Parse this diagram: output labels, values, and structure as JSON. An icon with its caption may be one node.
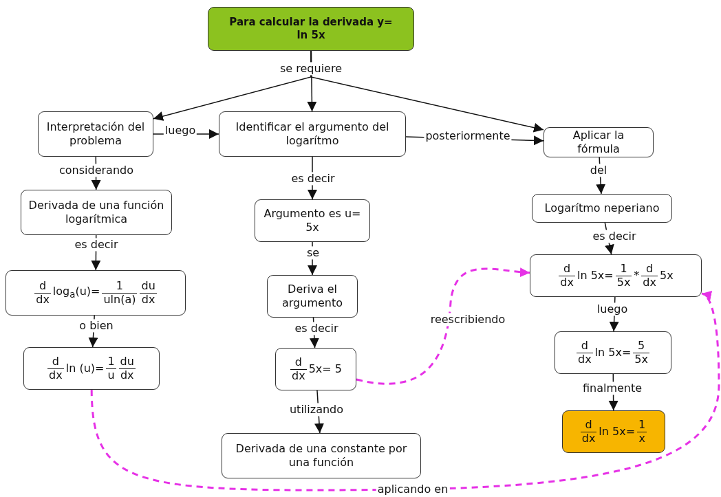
{
  "diagram": {
    "nodes": [
      {
        "text": [
          "Para calcular la derivada y= ln 5x"
        ]
      },
      {
        "text": [
          "Interpretación del problema"
        ]
      },
      {
        "text": [
          "Identificar el argumento del logarítmo"
        ]
      },
      {
        "text": [
          "Aplicar la fórmula"
        ]
      },
      {
        "text": [
          "Derivada de una función logarítmica"
        ]
      },
      {
        "text": [
          "d",
          "dx",
          "log$_{a}$(u)=",
          "1",
          "uln(a)",
          "du",
          "dx"
        ]
      },
      {
        "text": [
          "d",
          "dx",
          "ln (u)=",
          "1",
          "u",
          "du",
          "dx"
        ]
      },
      {
        "text": [
          "Argumento es u= 5x"
        ]
      },
      {
        "text": [
          "Deriva el argumento"
        ]
      },
      {
        "text": [
          "d",
          "dx",
          "5x= 5"
        ]
      },
      {
        "text": [
          "Derivada de una constante por una función"
        ]
      },
      {
        "text": [
          "Logarítmo neperiano"
        ]
      },
      {
        "text": [
          "d",
          "dx",
          "ln 5x=",
          "1",
          "5x",
          "*",
          "d",
          "dx",
          "5x"
        ]
      },
      {
        "text": [
          "d",
          "dx",
          "ln 5x=",
          "5",
          "5x"
        ]
      },
      {
        "text": [
          "d",
          "dx",
          "ln 5x=",
          "1",
          "x"
        ]
      }
    ],
    "edges": [
      {
        "from": 0,
        "to": 2,
        "arrow": "to",
        "label": "se requiere"
      },
      {
        "from": 0,
        "to": 1,
        "arrow": "to"
      },
      {
        "from": 0,
        "to": 3,
        "arrow": "to"
      },
      {
        "from": 1,
        "to": 2,
        "arrow": "to",
        "label": "luego"
      },
      {
        "from": 2,
        "to": 3,
        "arrow": "to",
        "label": "posteriormente"
      },
      {
        "from": 1,
        "to": 4,
        "arrow": "to",
        "label": "considerando"
      },
      {
        "from": 4,
        "to": 5,
        "arrow": "to",
        "label": "es decir"
      },
      {
        "from": 5,
        "to": 6,
        "arrow": "to",
        "label": "o bien"
      },
      {
        "from": 2,
        "to": 7,
        "arrow": "to",
        "label": "es decir"
      },
      {
        "from": 7,
        "to": 8,
        "arrow": "to",
        "label": "se"
      },
      {
        "from": 8,
        "to": 9,
        "arrow": "to",
        "label": "es decir"
      },
      {
        "from": 9,
        "to": 10,
        "arrow": "to",
        "label": "utilizando"
      },
      {
        "from": 3,
        "to": 11,
        "arrow": "to",
        "label": "del"
      },
      {
        "from": 11,
        "to": 12,
        "arrow": "to",
        "label": "es decir"
      },
      {
        "from": 12,
        "to": 13,
        "arrow": "to",
        "label": "luego"
      },
      {
        "from": 13,
        "to": 14,
        "arrow": "to",
        "label": "finalmente"
      },
      {
        "from": 9,
        "to": 12,
        "arrow": "to",
        "label": "reescribiendo",
        "style": "dashed",
        "color": "#e632e6"
      },
      {
        "from": 6,
        "to": 12,
        "arrow": "to",
        "label": "aplicando en",
        "style": "dashed",
        "color": "#e632e6"
      }
    ]
  }
}
